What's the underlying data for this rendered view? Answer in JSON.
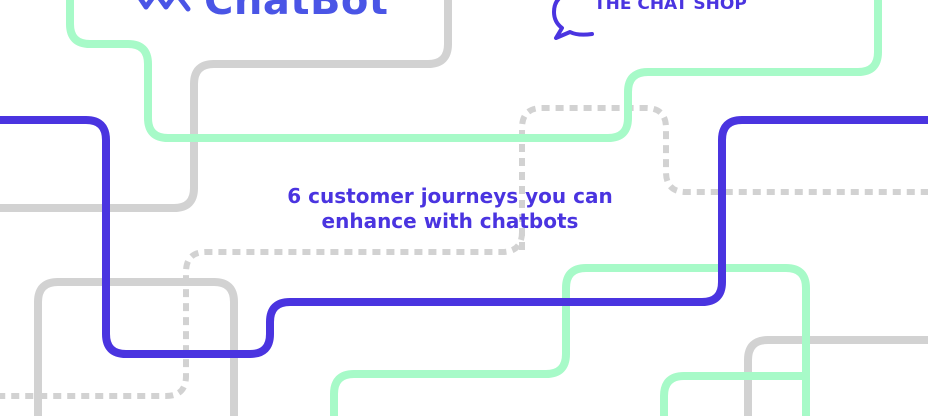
{
  "colors": {
    "purple": "#4a34e0",
    "mint": "#a7fac8",
    "grey": "#d2d2d2",
    "background": "#ffffff"
  },
  "logos": {
    "left_text": "ChatBot",
    "right_text": "THE CHAT SHOP"
  },
  "headline": {
    "line1": "6 customer journeys you can",
    "line2": "enhance with chatbots"
  },
  "icons": [
    "chatbot-logo-icon",
    "chat-bubble-icon"
  ]
}
